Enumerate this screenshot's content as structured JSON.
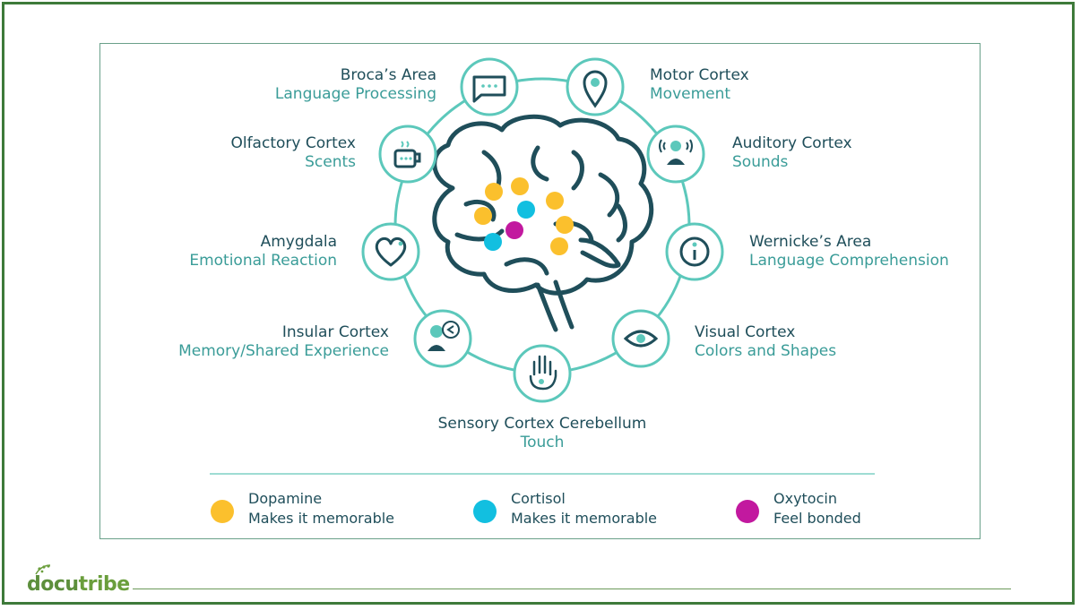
{
  "regions": [
    {
      "name": "Broca’s Area",
      "function": "Language Processing",
      "icon": "chat-bubble-icon"
    },
    {
      "name": "Motor Cortex",
      "function": "Movement",
      "icon": "location-pin-icon"
    },
    {
      "name": "Olfactory Cortex",
      "function": "Scents",
      "icon": "coffee-cup-icon"
    },
    {
      "name": "Auditory Cortex",
      "function": "Sounds",
      "icon": "listener-icon"
    },
    {
      "name": "Amygdala",
      "function": "Emotional Reaction",
      "icon": "heart-icon"
    },
    {
      "name": "Wernicke’s Area",
      "function": "Language Comprehension",
      "icon": "info-icon"
    },
    {
      "name": "Insular Cortex",
      "function": "Memory/Shared Experience",
      "icon": "person-memory-icon"
    },
    {
      "name": "Visual Cortex",
      "function": "Colors and Shapes",
      "icon": "eye-icon"
    },
    {
      "name": "Sensory Cortex Cerebellum",
      "function": "Touch",
      "icon": "hand-icon"
    }
  ],
  "legend": [
    {
      "name": "Dopamine",
      "description": "Makes it memorable",
      "color": "#fbc02d"
    },
    {
      "name": "Cortisol",
      "description": "Makes it memorable",
      "color": "#12bfe0"
    },
    {
      "name": "Oxytocin",
      "description": "Feel bonded",
      "color": "#c2199f"
    }
  ],
  "footer": {
    "logo_part1": "docu",
    "logo_part2": "tribe"
  },
  "colors": {
    "ring": "#5cc8bb",
    "brain_stroke": "#1f4e5a",
    "title_text": "#1f4e5a",
    "subtitle_text": "#3a9c98",
    "frame": "#3e7a3a"
  }
}
